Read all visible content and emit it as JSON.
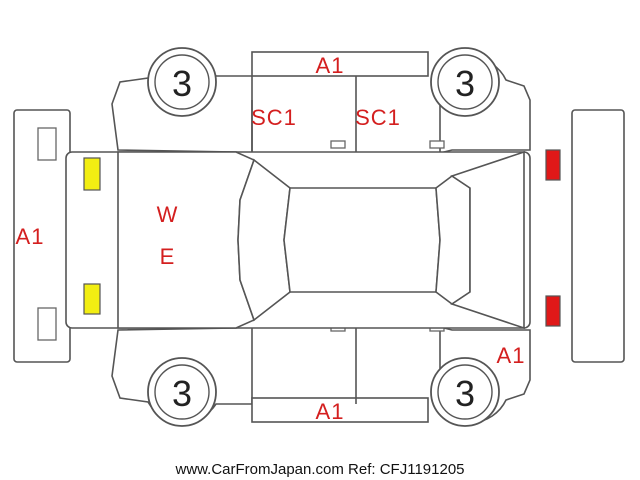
{
  "tire_labels": {
    "front_left": "3",
    "rear_left": "3",
    "front_right": "3",
    "rear_right": "3"
  },
  "damage_codes": {
    "top_roof_edge": "A1",
    "left_door_front": "SC1",
    "left_door_rear": "SC1",
    "front_bumper": "A1",
    "hood_w": "W",
    "hood_e": "E",
    "right_rear_quarter": "A1",
    "bottom_roof_edge": "A1"
  },
  "footer_text": "www.CarFromJapan.com Ref: CFJ1191205",
  "colors": {
    "damage_text": "#d41f1f",
    "outline": "#555555",
    "front_lamp": "#f2ee12",
    "rear_lamp": "#e01818"
  }
}
